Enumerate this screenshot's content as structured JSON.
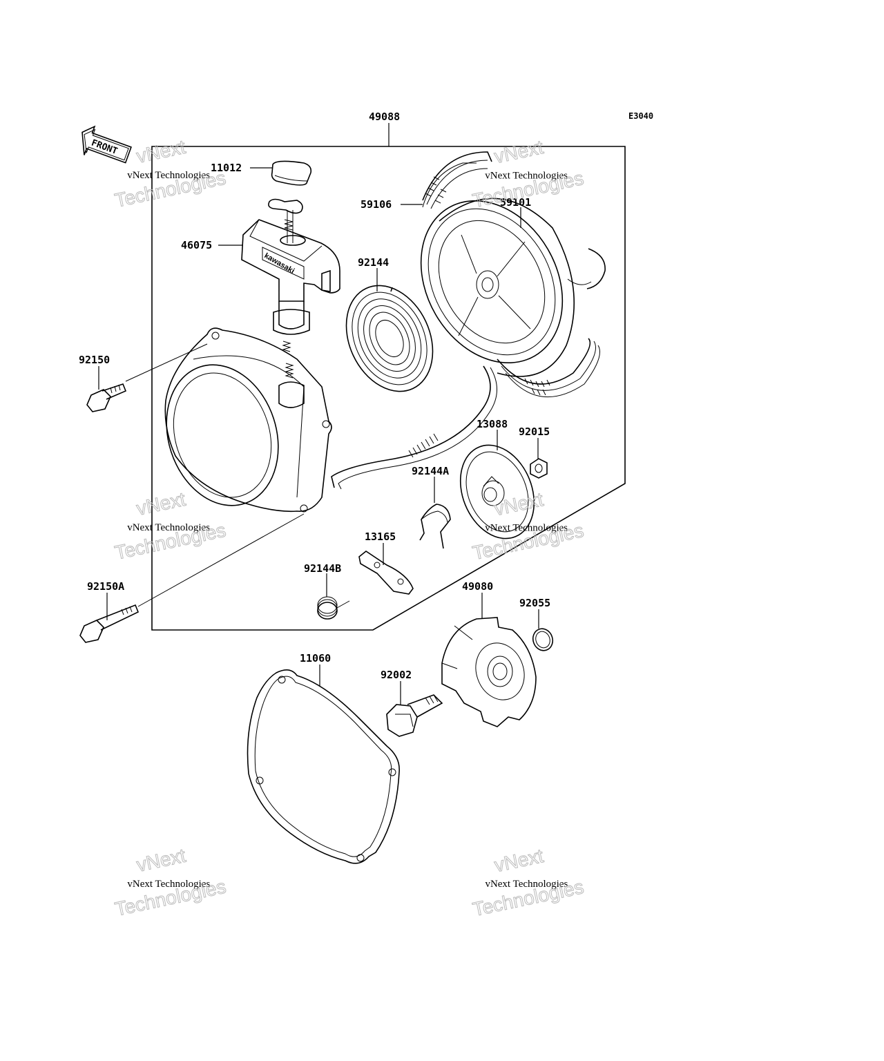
{
  "diagram": {
    "code": "E3040",
    "front_label": "FRONT",
    "watermark": {
      "line1": "vNext",
      "line2": "vNext Technologies",
      "line3": "Technologies"
    },
    "brand_on_handle": "kawasaki",
    "parts": [
      {
        "id": "p49088",
        "label": "49088"
      },
      {
        "id": "p11012",
        "label": "11012"
      },
      {
        "id": "p59101",
        "label": "59101"
      },
      {
        "id": "p59106",
        "label": "59106"
      },
      {
        "id": "p46075",
        "label": "46075"
      },
      {
        "id": "p92144",
        "label": "92144"
      },
      {
        "id": "p92150",
        "label": "92150"
      },
      {
        "id": "p13088",
        "label": "13088"
      },
      {
        "id": "p92015",
        "label": "92015"
      },
      {
        "id": "p92144A",
        "label": "92144A"
      },
      {
        "id": "p13165",
        "label": "13165"
      },
      {
        "id": "p92144B",
        "label": "92144B"
      },
      {
        "id": "p92150A",
        "label": "92150A"
      },
      {
        "id": "p49080",
        "label": "49080"
      },
      {
        "id": "p92055",
        "label": "92055"
      },
      {
        "id": "p11060",
        "label": "11060"
      },
      {
        "id": "p92002",
        "label": "92002"
      }
    ]
  }
}
